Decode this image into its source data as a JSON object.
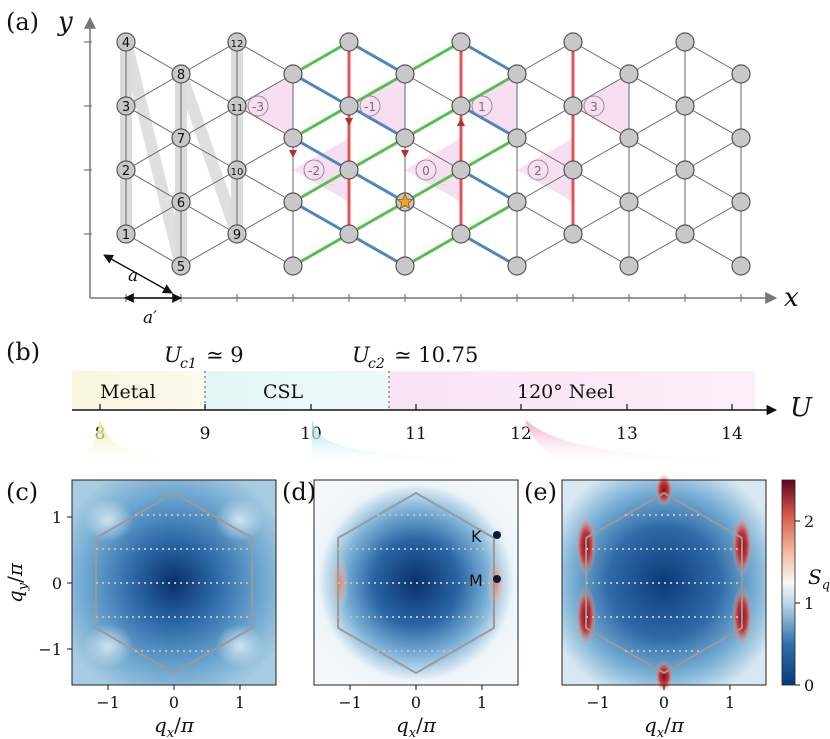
{
  "panel_a": {
    "label": "(a)",
    "x_axis": "x",
    "y_axis": "y",
    "length_a": "a",
    "length_a_prime": "a′",
    "site_numbers": [
      "1",
      "2",
      "3",
      "4",
      "5",
      "6",
      "7",
      "8",
      "9",
      "10",
      "11",
      "12"
    ],
    "flux_labels": [
      "-3",
      "-2",
      "-1",
      "0",
      "1",
      "2",
      "3"
    ],
    "colors": {
      "red": "#e8524f",
      "green": "#55c04e",
      "blue": "#4e86c1",
      "grey": "#c8c8c8",
      "star": "#f2a22c"
    }
  },
  "panel_b": {
    "label": "(b)",
    "uc1": "U",
    "uc1_sub": "c1",
    "uc1_rhs": "≃ 9",
    "uc2": "U",
    "uc2_sub": "c2",
    "uc2_rhs": "≃ 10.75",
    "phases": [
      "Metal",
      "CSL",
      "120° Neel"
    ],
    "axis_label": "U",
    "ticks": [
      "8",
      "9",
      "10",
      "11",
      "12",
      "13",
      "14"
    ]
  },
  "chart_data": [
    {
      "type": "heatmap",
      "panel": "(c)",
      "xlabel": "q_x/π",
      "ylabel": "q_y/π",
      "xticks": [
        "−1",
        "0",
        "1"
      ],
      "yticks": [
        "1",
        "0",
        "−1"
      ],
      "xlim": [
        -1.5,
        1.5
      ],
      "ylim": [
        -1.5,
        1.5
      ]
    },
    {
      "type": "heatmap",
      "panel": "(d)",
      "xlabel": "q_x/π",
      "xticks": [
        "−1",
        "0",
        "1"
      ],
      "xlim": [
        -1.5,
        1.5
      ],
      "ylim": [
        -1.5,
        1.5
      ],
      "annotations": [
        "K",
        "M"
      ]
    },
    {
      "type": "heatmap",
      "panel": "(e)",
      "xlabel": "q_x/π",
      "xticks": [
        "−1",
        "0",
        "1"
      ],
      "xlim": [
        -1.5,
        1.5
      ],
      "ylim": [
        -1.5,
        1.5
      ],
      "colorbar": {
        "label": "S_q",
        "ticks": [
          "0",
          "1",
          "2"
        ],
        "range": [
          0,
          2.5
        ]
      }
    }
  ]
}
